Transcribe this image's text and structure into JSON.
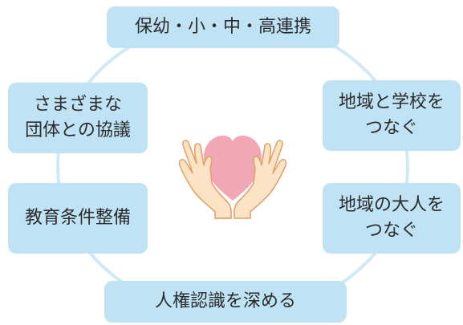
{
  "diagram": {
    "center_icon": "heart-in-hands-icon",
    "colors": {
      "box_fill": "#bfe3f4",
      "ring": "#cfe9f6",
      "heart": "#f2a7b6",
      "hands": "#fde3c6",
      "hand_outline": "#e0a26b"
    },
    "boxes": {
      "top": {
        "lines": [
          "保幼・小・中・高連携"
        ]
      },
      "left_upper": {
        "lines": [
          "さまざまな",
          "団体との協議"
        ]
      },
      "left_lower": {
        "lines": [
          "教育条件整備"
        ]
      },
      "right_upper": {
        "lines": [
          "地域と学校を",
          "つなぐ"
        ]
      },
      "right_lower": {
        "lines": [
          "地域の大人を",
          "つなぐ"
        ]
      },
      "bottom": {
        "lines": [
          "人権認識を深める"
        ]
      }
    }
  }
}
